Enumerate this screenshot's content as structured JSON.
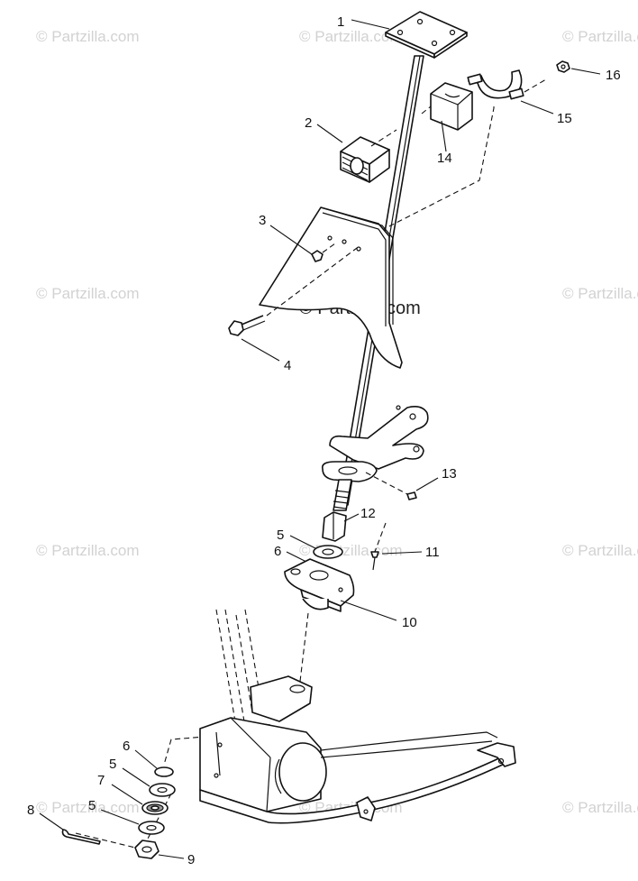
{
  "watermark": {
    "text": "© Partzilla.com"
  },
  "callouts": [
    {
      "id": "1",
      "text": "1"
    },
    {
      "id": "2",
      "text": "2"
    },
    {
      "id": "3",
      "text": "3"
    },
    {
      "id": "4",
      "text": "4"
    },
    {
      "id": "5a",
      "text": "5"
    },
    {
      "id": "5b",
      "text": "5"
    },
    {
      "id": "5c",
      "text": "5"
    },
    {
      "id": "6a",
      "text": "6"
    },
    {
      "id": "6b",
      "text": "6"
    },
    {
      "id": "7",
      "text": "7"
    },
    {
      "id": "8",
      "text": "8"
    },
    {
      "id": "9",
      "text": "9"
    },
    {
      "id": "10",
      "text": "10"
    },
    {
      "id": "11",
      "text": "11"
    },
    {
      "id": "12",
      "text": "12"
    },
    {
      "id": "13",
      "text": "13"
    },
    {
      "id": "14",
      "text": "14"
    },
    {
      "id": "15",
      "text": "15"
    },
    {
      "id": "16",
      "text": "16"
    }
  ],
  "colors": {
    "line": "#111111",
    "watermark": "#d2d2d2",
    "background": "#ffffff"
  }
}
